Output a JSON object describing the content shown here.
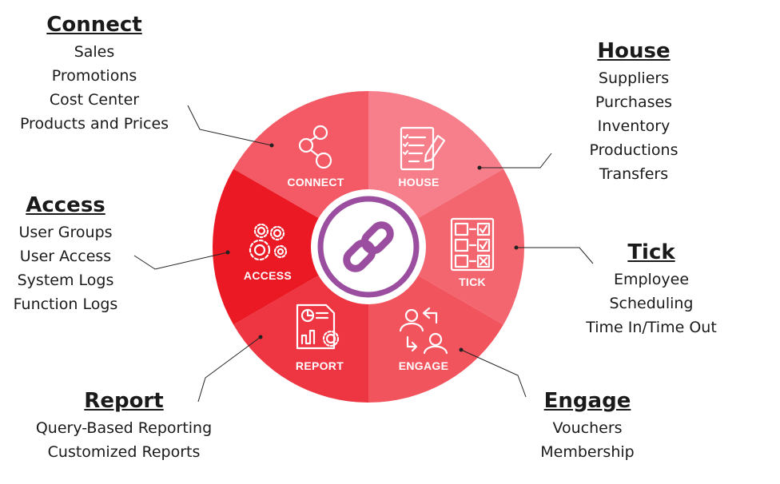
{
  "segments": [
    {
      "id": "connect",
      "label": "CONNECT",
      "color": "#f35a66",
      "icon": "share-nodes-icon"
    },
    {
      "id": "house",
      "label": "HOUSE",
      "color": "#f67f8b",
      "icon": "checklist-pencil-icon"
    },
    {
      "id": "tick",
      "label": "TICK",
      "color": "#f3666f",
      "icon": "checkbox-grid-icon"
    },
    {
      "id": "engage",
      "label": "ENGAGE",
      "color": "#f2545e",
      "icon": "user-swap-icon"
    },
    {
      "id": "report",
      "label": "REPORT",
      "color": "#ee3643",
      "icon": "report-chart-icon"
    },
    {
      "id": "access",
      "label": "ACCESS",
      "color": "#ea1924",
      "icon": "gears-icon"
    }
  ],
  "center_icon": "link-icon",
  "center_ring_color": "#9b4e9f",
  "blocks": {
    "connect": {
      "title": "Connect",
      "items": [
        "Sales",
        "Promotions",
        "Cost Center",
        "Products and Prices"
      ]
    },
    "house": {
      "title": "House",
      "items": [
        "Suppliers",
        "Purchases",
        "Inventory",
        "Productions",
        "Transfers"
      ]
    },
    "access": {
      "title": "Access",
      "items": [
        "User Groups",
        "User Access",
        "System Logs",
        "Function Logs"
      ]
    },
    "tick": {
      "title": "Tick",
      "items": [
        "Employee",
        "Scheduling",
        "Time In/Time Out"
      ]
    },
    "report": {
      "title": "Report",
      "items": [
        "Query-Based Reporting",
        "Customized Reports"
      ]
    },
    "engage": {
      "title": "Engage",
      "items": [
        "Vouchers",
        "Membership"
      ]
    }
  }
}
